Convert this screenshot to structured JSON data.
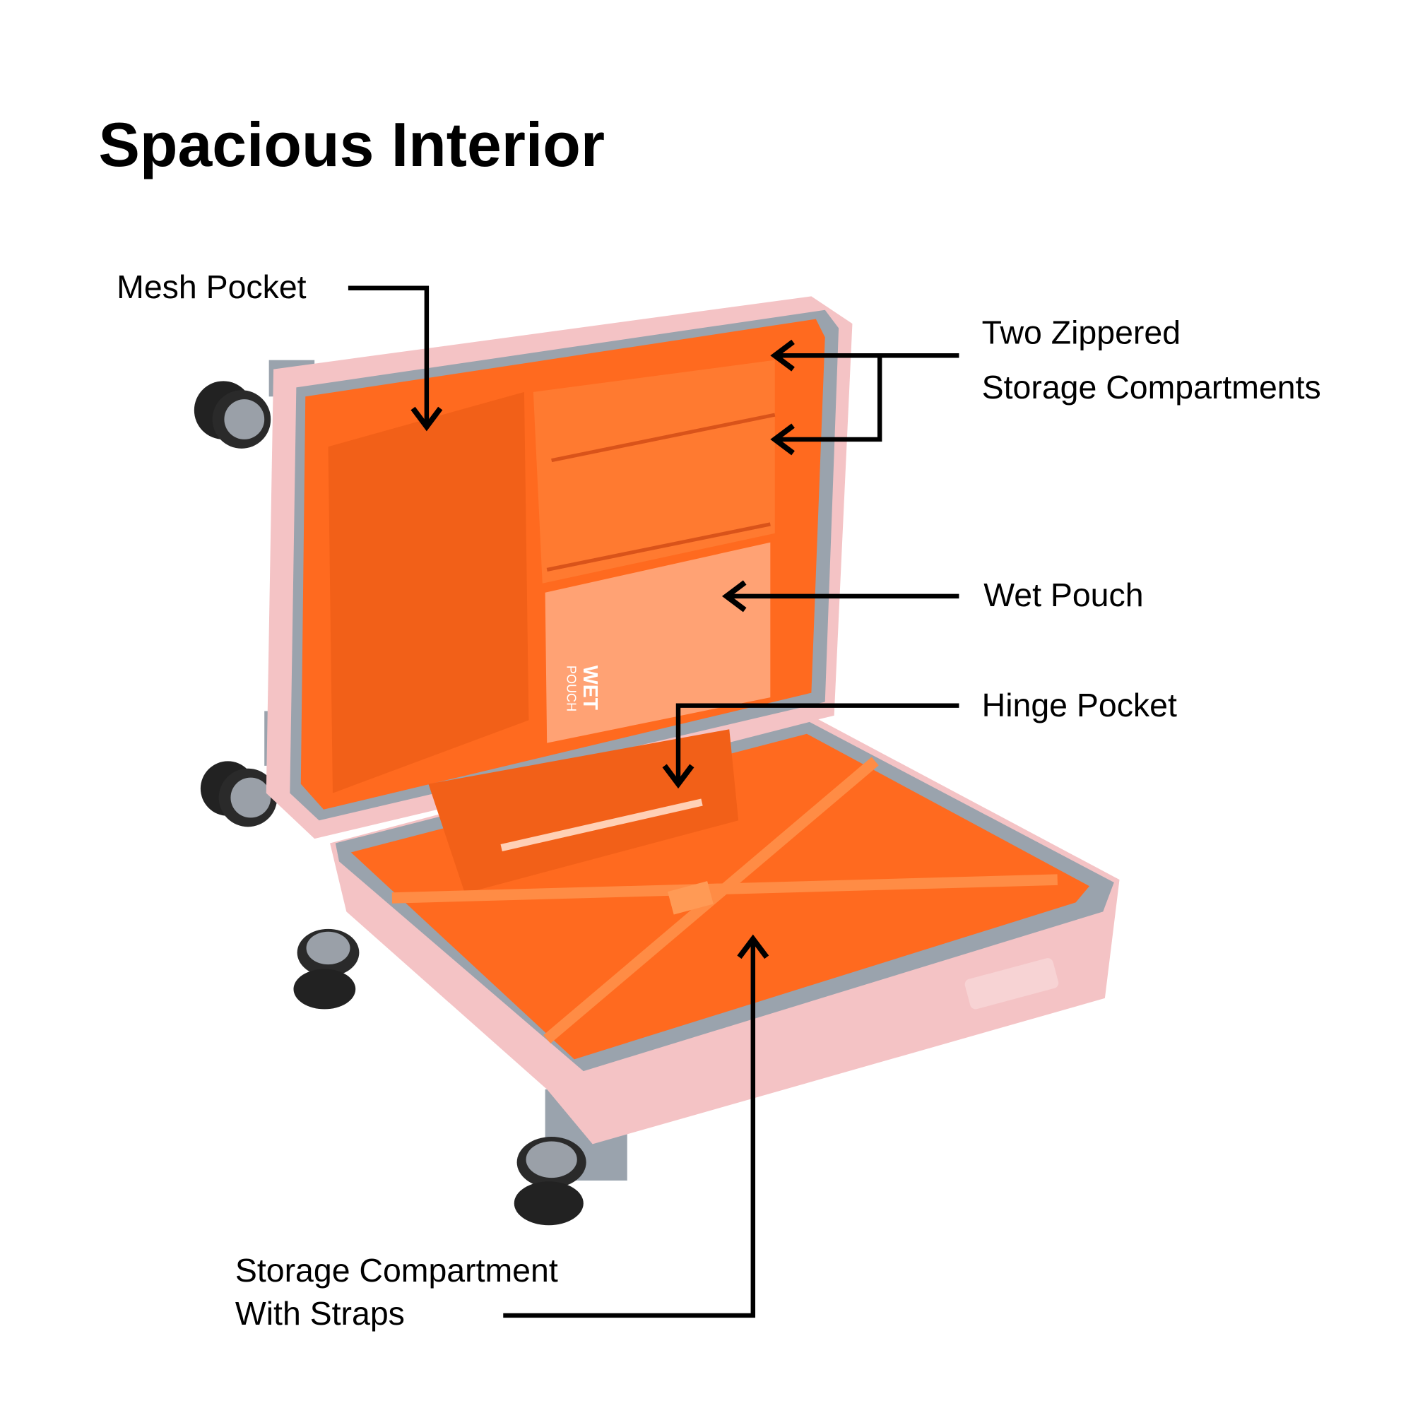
{
  "title": "Spacious Interior",
  "callouts": {
    "mesh_pocket": "Mesh Pocket",
    "zippered_line1": "Two Zippered",
    "zippered_line2": "Storage  Compartments",
    "wet_pouch": "Wet Pouch",
    "hinge_pocket": "Hinge Pocket",
    "storage_line1": "Storage Compartment",
    "storage_line2": "With Straps"
  },
  "pouch_print": {
    "line1": "WET",
    "line2": "POUCH"
  },
  "colors": {
    "shell": "#f4c3c5",
    "lining": "#ff6a1f",
    "trim": "#9aa3ad",
    "wheel": "#222222"
  }
}
